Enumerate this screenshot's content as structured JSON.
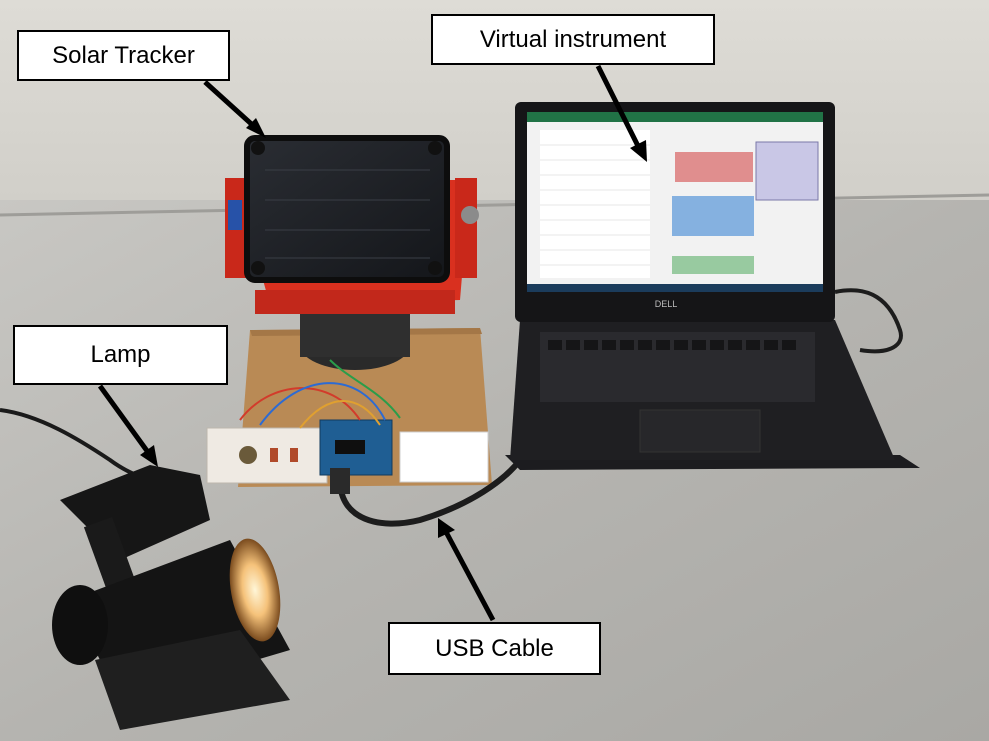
{
  "callouts": {
    "solar_tracker": "Solar Tracker",
    "virtual_instrument": "Virtual instrument",
    "lamp": "Lamp",
    "usb_cable": "USB Cable"
  },
  "laptop": {
    "brand": "DELL"
  },
  "colors": {
    "background_wall": "#d8d6d0",
    "table_surface": "#b9b8b4",
    "tracker_red": "#d9301f",
    "board_brown": "#b98a55",
    "laptop_black": "#1f1f22"
  }
}
